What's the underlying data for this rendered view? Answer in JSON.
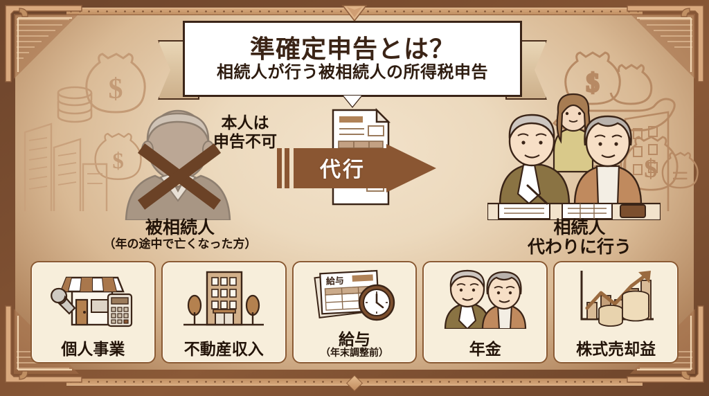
{
  "banner": {
    "title": "準確定申告とは？",
    "subtitle": "相続人が行う被相続人の所得税申告"
  },
  "middle": {
    "deceased": {
      "note": "本人は\n申告不可",
      "note_line1": "本人は",
      "note_line2": "申告不可",
      "label": "被相続人",
      "sublabel": "（年の途中で亡くなった方）",
      "icon": "deceased-person-icon",
      "cross_icon": "cross-mark-icon"
    },
    "arrow": {
      "label": "代行",
      "icon": "right-arrow-icon",
      "document_icon": "tax-form-icon"
    },
    "heir": {
      "label": "相続人",
      "sublabel": "代わりに行う",
      "icon": "heir-family-icon"
    }
  },
  "cards": [
    {
      "label": "個人事業",
      "sublabel": "",
      "icon": "shop-wrench-calculator-icon"
    },
    {
      "label": "不動産収入",
      "sublabel": "",
      "icon": "apartment-building-icon"
    },
    {
      "label": "給与",
      "sublabel": "（年末調整前）",
      "icon": "payslip-clock-icon"
    },
    {
      "label": "年金",
      "sublabel": "",
      "icon": "elderly-couple-icon"
    },
    {
      "label": "株式売却益",
      "sublabel": "",
      "icon": "stock-chart-coins-icon"
    }
  ],
  "background": {
    "decor_icons": [
      "money-bag-icon",
      "coin-stack-icon",
      "city-buildings-icon",
      "hand-holding-money-icon"
    ]
  },
  "colors": {
    "frame": "#7d4f31",
    "frame_light": "#d7a87c",
    "paper": "#f2e2ca",
    "ink": "#231409",
    "card_bg": "#f7eedb",
    "card_border": "#8a5a33",
    "arrow": "#8a5632",
    "banner_bg": "#ffffff",
    "decor_outline": "#c39a74"
  }
}
